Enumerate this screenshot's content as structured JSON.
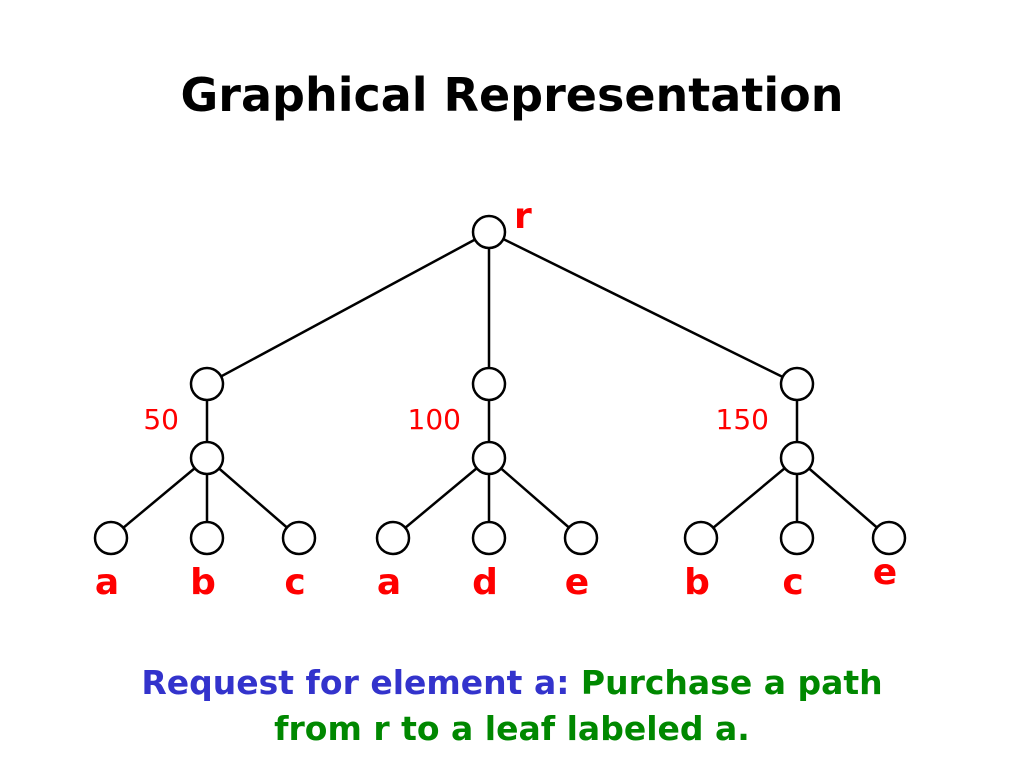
{
  "title": "Graphical Representation",
  "colors": {
    "label": "#ff0000",
    "caption_request": "#3333cc",
    "caption_action": "#008800"
  },
  "tree": {
    "root_label": "r",
    "branches": [
      {
        "cost": "50",
        "leaves": [
          "a",
          "b",
          "c"
        ]
      },
      {
        "cost": "100",
        "leaves": [
          "a",
          "d",
          "e"
        ]
      },
      {
        "cost": "150",
        "leaves": [
          "b",
          "c",
          "e"
        ]
      }
    ]
  },
  "caption": {
    "request": "Request for element a:",
    "action_line1": "Purchase a path",
    "action_line2": "from r to a leaf labeled a."
  }
}
